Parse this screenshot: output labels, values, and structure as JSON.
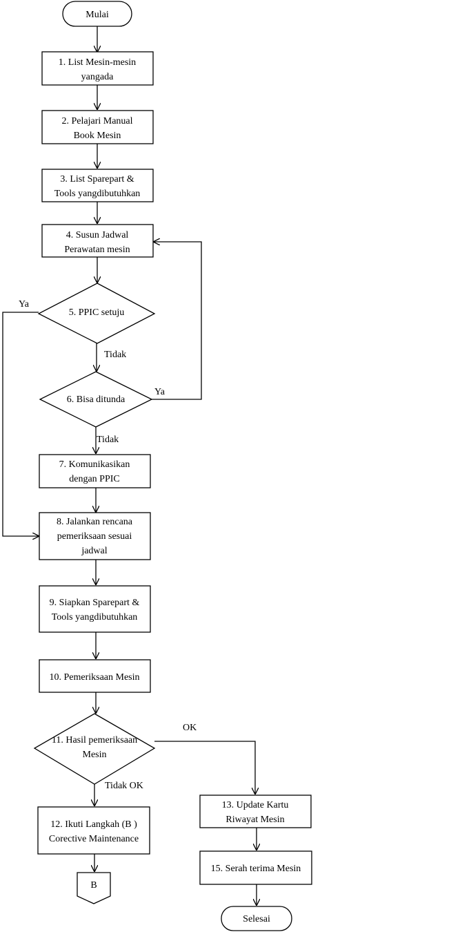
{
  "diagram": {
    "type": "flowchart",
    "nodes": {
      "start": "Mulai",
      "n1": [
        "1. List Mesin-mesin",
        "yangada"
      ],
      "n2": [
        "2. Pelajari Manual",
        "Book Mesin"
      ],
      "n3": [
        "3. List Sparepart &",
        "Tools yangdibutuhkan"
      ],
      "n4": [
        "4. Susun Jadwal",
        "Perawatan mesin"
      ],
      "d5": "5. PPIC  setuju",
      "d6": "6. Bisa ditunda",
      "n7": [
        "7. Komunikasikan",
        "dengan PPIC"
      ],
      "n8": [
        "8. Jalankan rencana",
        "pemeriksaan sesuai",
        "jadwal"
      ],
      "n9": [
        "9. Siapkan Sparepart &",
        "Tools yangdibutuhkan"
      ],
      "n10": "10. Pemeriksaan Mesin",
      "d11": [
        "11. Hasil pemeriksaan",
        "Mesin"
      ],
      "n12": [
        "12. Ikuti Langkah (B )",
        "Corective Maintenance"
      ],
      "n13": [
        "13. Update Kartu",
        "Riwayat Mesin"
      ],
      "n15": "15. Serah terima Mesin",
      "connector_b": "B",
      "end": "Selesai"
    },
    "edge_labels": {
      "d5_yes": "Ya",
      "d5_no": "Tidak",
      "d6_yes": "Ya",
      "d6_no": "Tidak",
      "d11_ok": "OK",
      "d11_not_ok": "Tidak OK"
    },
    "colors": {
      "stroke": "#000000",
      "fill": "#ffffff",
      "text": "#000000"
    }
  }
}
